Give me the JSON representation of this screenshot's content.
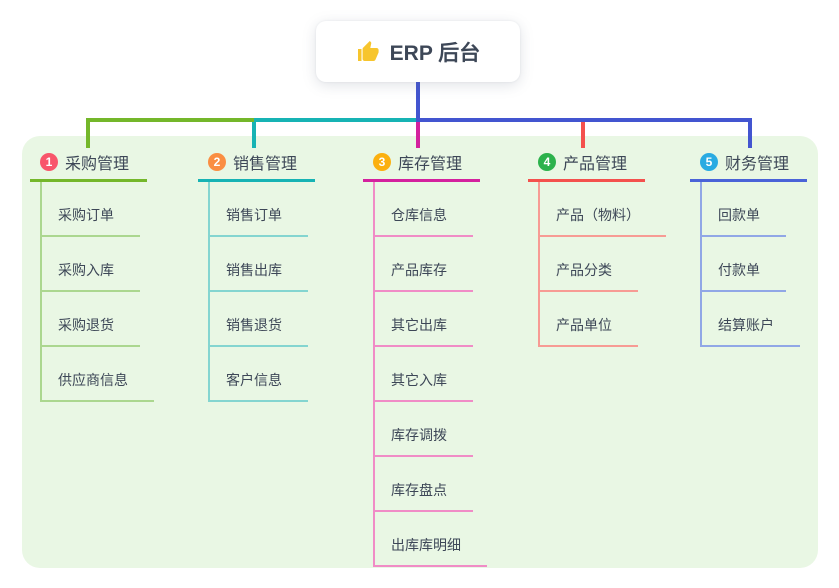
{
  "root": {
    "title": "ERP 后台",
    "icon": "thumbs-up-icon",
    "icon_color": "#f7c52d"
  },
  "panel": {
    "background": "#e9f7e4"
  },
  "text_color": "#3d4757",
  "connectors": {
    "stem": "#4355d0",
    "left_segment": "#74b72a",
    "mid_segment": "#17b3b4",
    "right_segment": "#4355d0",
    "drop_1": "#74b72a",
    "drop_2": "#17b3b4",
    "drop_3": "#d4219e",
    "drop_4": "#f4514d",
    "drop_5": "#4355d0"
  },
  "branches": [
    {
      "index": "1",
      "label": "采购管理",
      "badge_color": "#f8566b",
      "line_color": "#74b72a",
      "child_line_color": "#abd78f",
      "children": [
        "采购订单",
        "采购入库",
        "采购退货",
        "供应商信息"
      ]
    },
    {
      "index": "2",
      "label": "销售管理",
      "badge_color": "#fa8e42",
      "line_color": "#17b3b4",
      "child_line_color": "#84d5d0",
      "children": [
        "销售订单",
        "销售出库",
        "销售退货",
        "客户信息"
      ]
    },
    {
      "index": "3",
      "label": "库存管理",
      "badge_color": "#fbb00f",
      "line_color": "#d4219e",
      "child_line_color": "#f08cc6",
      "children": [
        "仓库信息",
        "产品库存",
        "其它出库",
        "其它入库",
        "库存调拨",
        "库存盘点",
        "出库库明细"
      ]
    },
    {
      "index": "4",
      "label": "产品管理",
      "badge_color": "#2cb24c",
      "line_color": "#f4514d",
      "child_line_color": "#f79b94",
      "children": [
        "产品（物料）",
        "产品分类",
        "产品单位"
      ]
    },
    {
      "index": "5",
      "label": "财务管理",
      "badge_color": "#29abe2",
      "line_color": "#4a63d8",
      "child_line_color": "#91a7e6",
      "children": [
        "回款单",
        "付款单",
        "结算账户"
      ]
    }
  ]
}
